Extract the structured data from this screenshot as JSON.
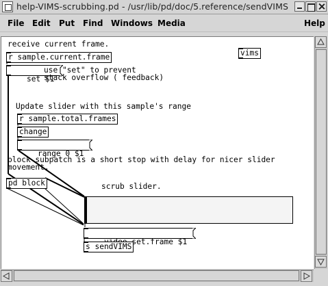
{
  "window": {
    "title": "help-VIMS-scrubbing.pd  - /usr/lib/pd/doc/5.reference/sendVIMS"
  },
  "menu": {
    "file": "File",
    "edit": "Edit",
    "put": "Put",
    "find": "Find",
    "windows": "Windows",
    "media": "Media",
    "help": "Help"
  },
  "patch": {
    "comments": {
      "receive": "receive current frame.",
      "use_set": "use \"set\" to prevent\nstack overflow ( feedback)",
      "update_slider": "Update slider with this sample's range",
      "block": "block subpatch is a short stop with delay for nicer slider\nmovement.",
      "scrub": "scrub slider."
    },
    "objects": {
      "r_current_frame": "r sample.current.frame",
      "vims": "vims",
      "set_msg": "set $1",
      "r_total_frames": "r sample.total.frames",
      "change": "change",
      "range_msg": "range 0 $1",
      "pd_block": "pd block",
      "video_set_frame": "video.set.frame $1",
      "s_sendvims": "s sendVIMS"
    }
  },
  "slider": {
    "value": 0
  }
}
